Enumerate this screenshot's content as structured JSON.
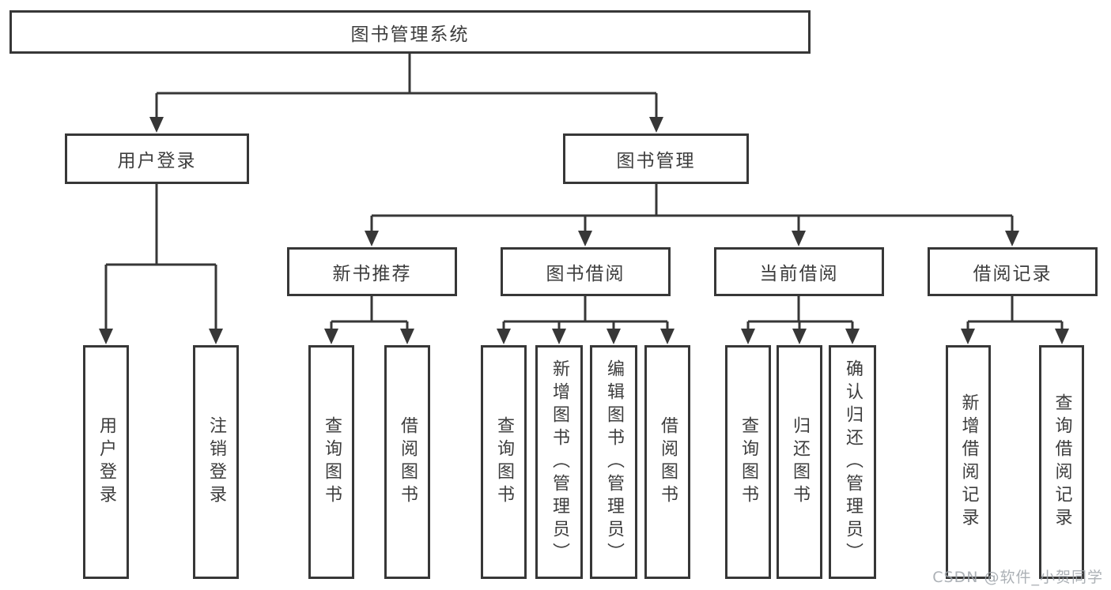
{
  "diagram": {
    "root": {
      "label": "图书管理系统"
    },
    "level2": [
      {
        "label": "用户登录",
        "children": [
          {
            "label": "用户登录"
          },
          {
            "label": "注销登录"
          }
        ]
      },
      {
        "label": "图书管理",
        "children": [
          {
            "label": "新书推荐",
            "children": [
              {
                "label": "查询图书"
              },
              {
                "label": "借阅图书"
              }
            ]
          },
          {
            "label": "图书借阅",
            "children": [
              {
                "label": "查询图书"
              },
              {
                "label": "新增图书（管理员）"
              },
              {
                "label": "编辑图书（管理员）"
              },
              {
                "label": "借阅图书"
              }
            ]
          },
          {
            "label": "当前借阅",
            "children": [
              {
                "label": "查询图书"
              },
              {
                "label": "归还图书"
              },
              {
                "label": "确认归还（管理员）"
              }
            ]
          },
          {
            "label": "借阅记录",
            "children": [
              {
                "label": "新增借阅记录"
              },
              {
                "label": "查询借阅记录"
              }
            ]
          }
        ]
      }
    ]
  },
  "watermark": {
    "text": "CSDN @软件_小贺同学"
  },
  "colors": {
    "line": "#373737",
    "box_border": "#373737",
    "text": "#3d3d3d",
    "watermark": "#9ea3a9"
  }
}
